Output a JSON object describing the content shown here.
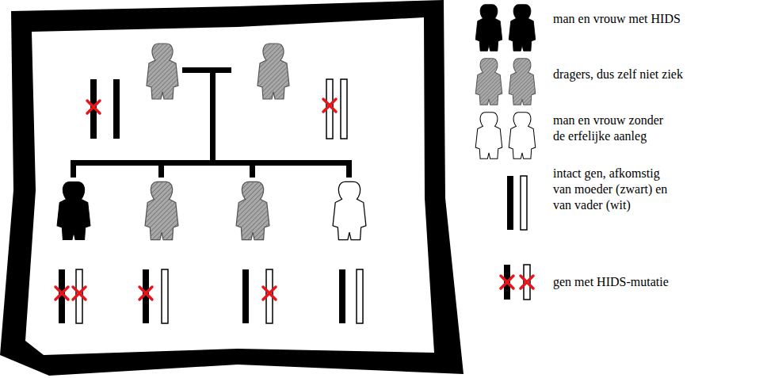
{
  "diagram": {
    "legend": [
      {
        "text": "man en vrouw met HIDS"
      },
      {
        "text": "dragers, dus zelf niet ziek"
      },
      {
        "text": "man en vrouw zonder de erfelijke aanleg"
      },
      {
        "text": "intact gen, afkomstig van moeder (zwart) en van vader (wit)"
      },
      {
        "text": "gen met HIDS-mutatie"
      }
    ]
  }
}
